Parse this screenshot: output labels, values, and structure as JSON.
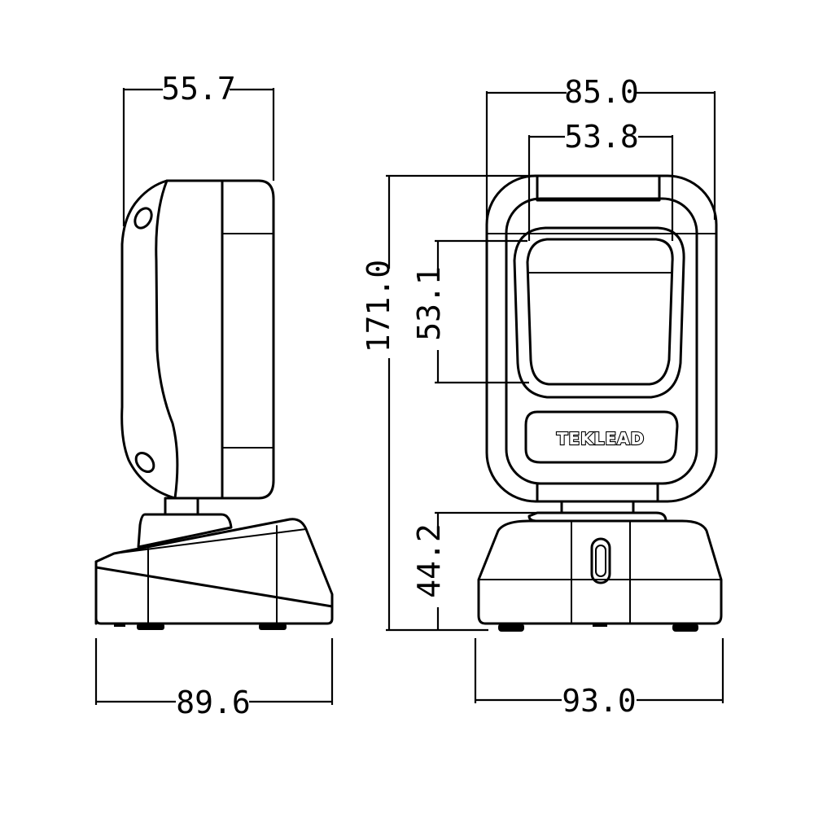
{
  "diagram": {
    "brand_logo": "TEKLEAD",
    "side_view": {
      "depth_top": "55.7",
      "depth_base": "89.6"
    },
    "front_view": {
      "width_top": "85.0",
      "window_width": "53.8",
      "window_height": "53.1",
      "total_height": "171.0",
      "base_height": "44.2",
      "base_width": "93.0"
    }
  }
}
